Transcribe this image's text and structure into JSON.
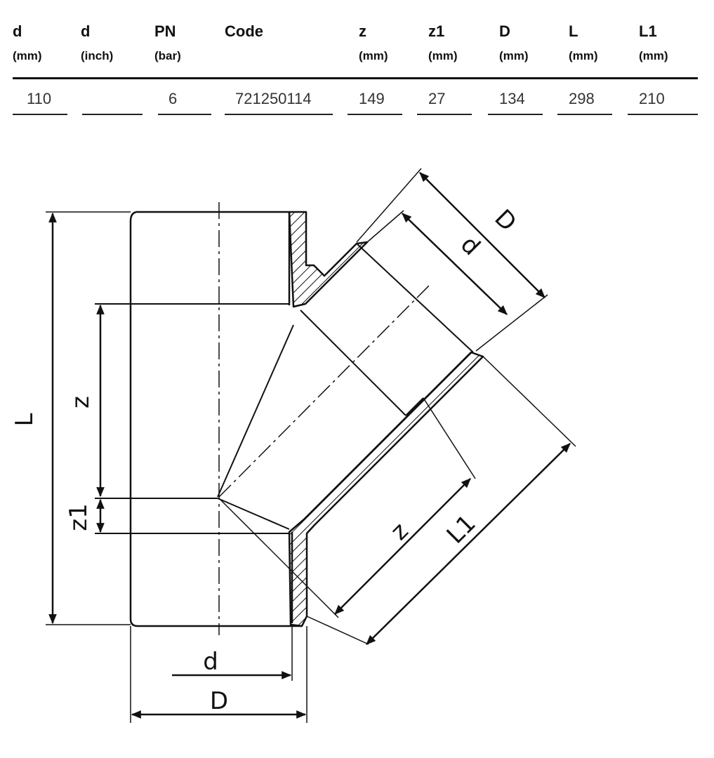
{
  "table": {
    "headers": [
      {
        "name": "d",
        "unit": "(mm)"
      },
      {
        "name": "d",
        "unit": "(inch)"
      },
      {
        "name": "PN",
        "unit": "(bar)"
      },
      {
        "name": "Code",
        "unit": ""
      },
      {
        "name": "z",
        "unit": "(mm)"
      },
      {
        "name": "z1",
        "unit": "(mm)"
      },
      {
        "name": "D",
        "unit": "(mm)"
      },
      {
        "name": "L",
        "unit": "(mm)"
      },
      {
        "name": "L1",
        "unit": "(mm)"
      }
    ],
    "rows": [
      [
        "110",
        "",
        "6",
        "721250114",
        "149",
        "27",
        "134",
        "298",
        "210"
      ]
    ]
  },
  "diagram": {
    "labels": {
      "L": "L",
      "z": "z",
      "z1": "z1",
      "d_bottom": "d",
      "D_bottom": "D",
      "d_branch": "d",
      "D_branch": "D",
      "z_branch": "z",
      "L1": "L1"
    }
  }
}
